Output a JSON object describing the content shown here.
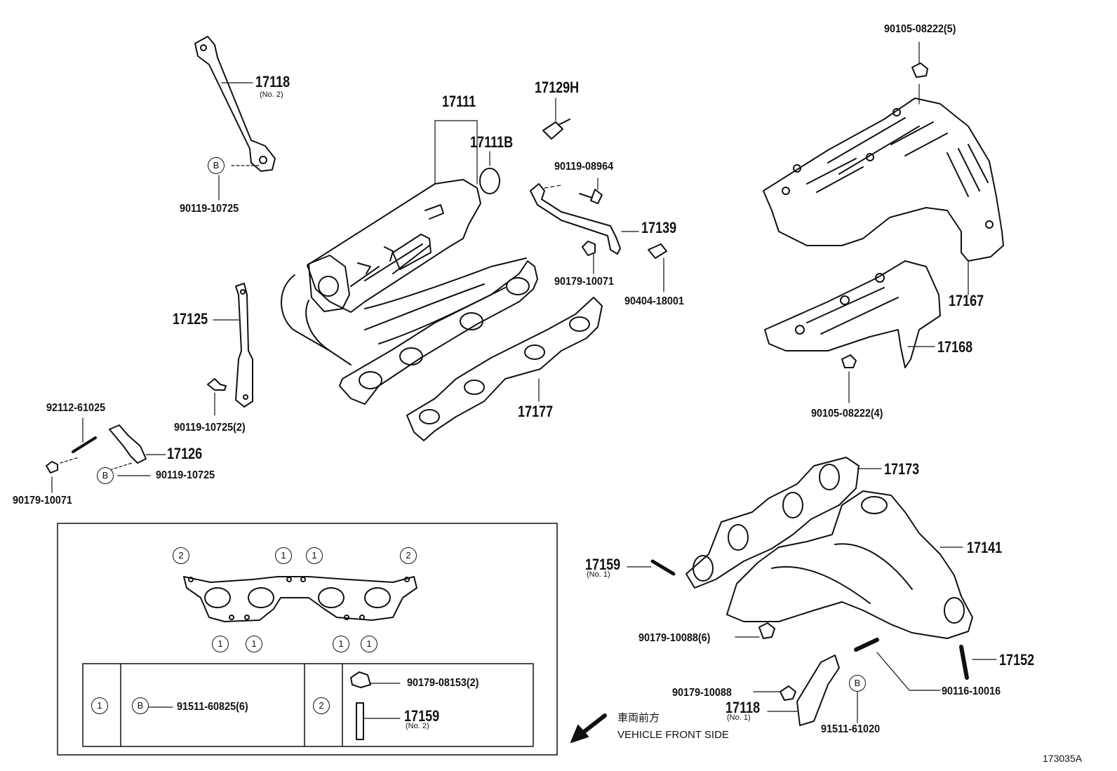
{
  "parts": {
    "p17118_no2": "17118",
    "p17118_no2_sub": "(No. 2)",
    "p90119_10725_top": "90119-10725",
    "p17111": "17111",
    "p17111B": "17111B",
    "p17129H": "17129H",
    "p90119_08964": "90119-08964",
    "p17139": "17139",
    "p90179_10071_mid": "90179-10071",
    "p90404_18001": "90404-18001",
    "p17125": "17125",
    "p90119_10725_2": "90119-10725(2)",
    "p92112_61025": "92112-61025",
    "p17126": "17126",
    "p90119_10725_b": "90119-10725",
    "p90179_10071_left": "90179-10071",
    "p17177": "17177",
    "p90105_08222_5": "90105-08222(5)",
    "p17167": "17167",
    "p17168": "17168",
    "p90105_08222_4": "90105-08222(4)",
    "p17173": "17173",
    "p17141": "17141",
    "p17159_no1": "17159",
    "p17159_no1_sub": "(No. 1)",
    "p90179_10088_6": "90179-10088(6)",
    "p17152": "17152",
    "p90179_10088": "90179-10088",
    "p17118_no1": "17118",
    "p17118_no1_sub": "(No. 1)",
    "p90116_10016": "90116-10016",
    "p91511_61020": "91511-61020"
  },
  "inset": {
    "marker_1": "1",
    "marker_2": "2",
    "marker_B": "B",
    "row1_part": "91511-60825(6)",
    "row2_part_a": "90179-08153(2)",
    "row2_part_b": "17159",
    "row2_part_b_sub": "(No. 2)"
  },
  "legend": {
    "front_jp": "車両前方",
    "front_en": "VEHICLE FRONT SIDE"
  },
  "diagram_id": "173035A"
}
